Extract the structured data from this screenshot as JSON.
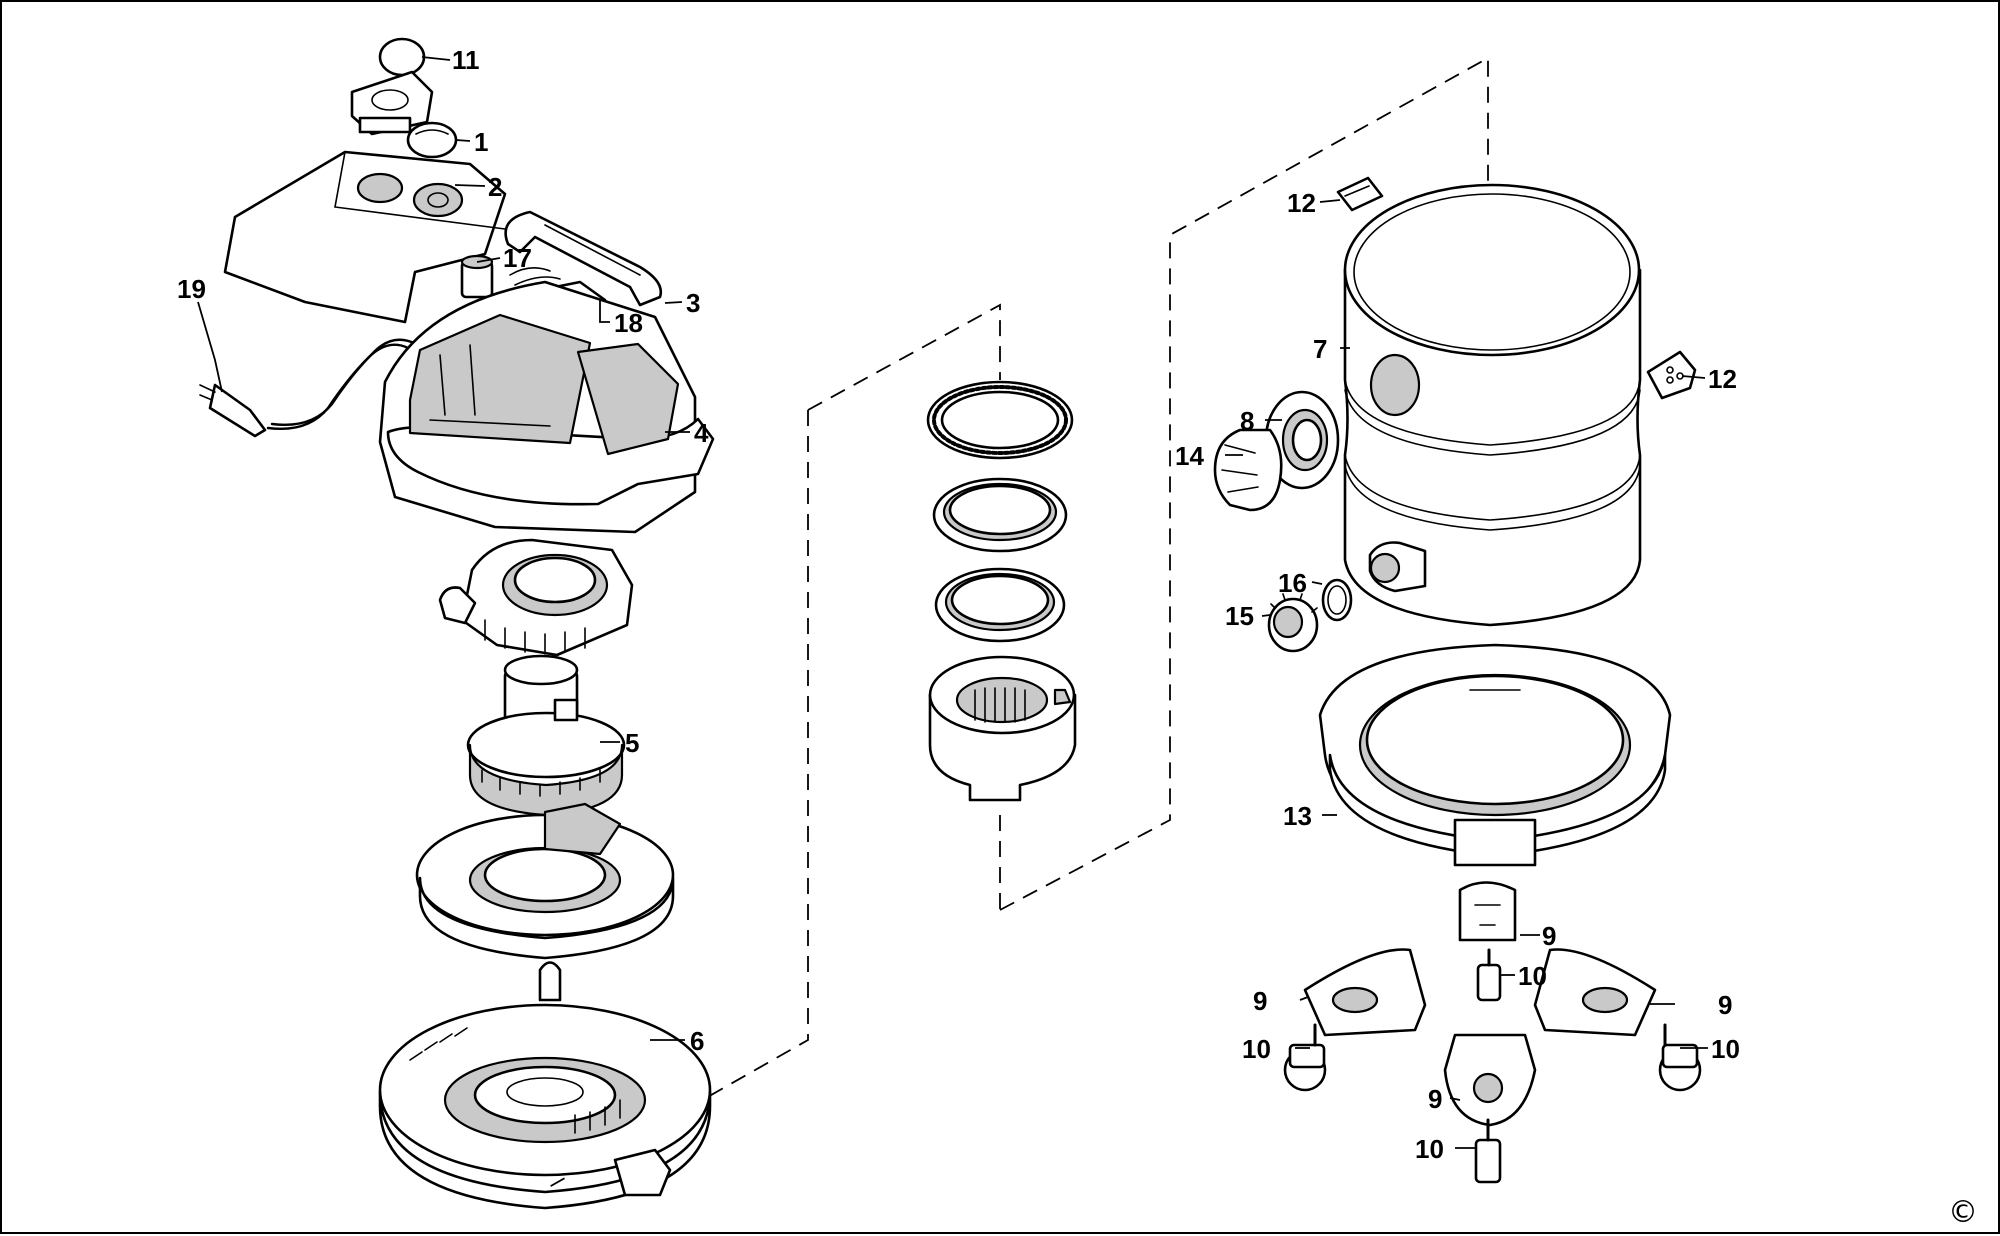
{
  "callouts": [
    {
      "id": "c11",
      "text": "11"
    },
    {
      "id": "c1",
      "text": "1"
    },
    {
      "id": "c2",
      "text": "2"
    },
    {
      "id": "c17",
      "text": "17"
    },
    {
      "id": "c3",
      "text": "3"
    },
    {
      "id": "c19",
      "text": "19"
    },
    {
      "id": "c18",
      "text": "18"
    },
    {
      "id": "c4",
      "text": "4"
    },
    {
      "id": "c5",
      "text": "5"
    },
    {
      "id": "c6",
      "text": "6"
    },
    {
      "id": "c12a",
      "text": "12"
    },
    {
      "id": "c7",
      "text": "7"
    },
    {
      "id": "c12b",
      "text": "12"
    },
    {
      "id": "c8",
      "text": "8"
    },
    {
      "id": "c14",
      "text": "14"
    },
    {
      "id": "c16",
      "text": "16"
    },
    {
      "id": "c15",
      "text": "15"
    },
    {
      "id": "c13",
      "text": "13"
    },
    {
      "id": "c9a",
      "text": "9"
    },
    {
      "id": "c10a",
      "text": "10"
    },
    {
      "id": "c9b",
      "text": "9"
    },
    {
      "id": "c9c",
      "text": "9"
    },
    {
      "id": "c10b",
      "text": "10"
    },
    {
      "id": "c10c",
      "text": "10"
    },
    {
      "id": "c9d",
      "text": "9"
    },
    {
      "id": "c10d",
      "text": "10"
    }
  ],
  "copyright_symbol": "©"
}
